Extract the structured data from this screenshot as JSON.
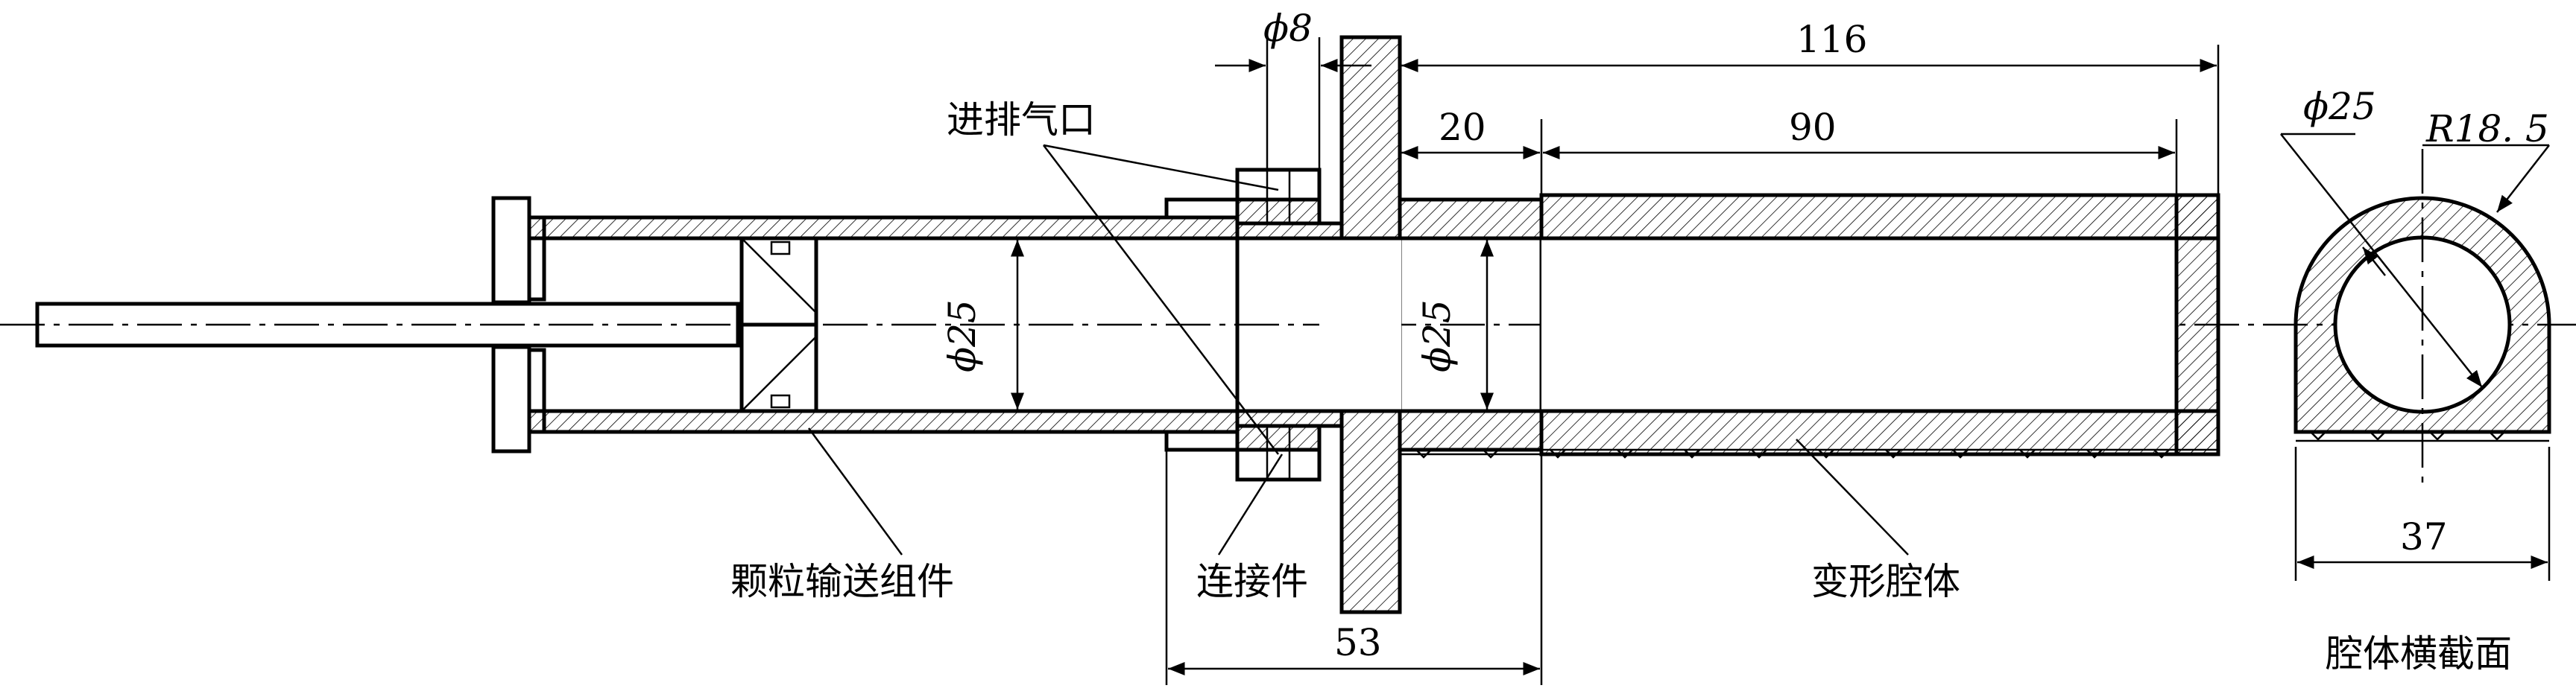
{
  "labels": {
    "vent_port": "进排气口",
    "particle_conveying": "颗粒输送组件",
    "connector": "连接件",
    "deform_cavity": "变形腔体",
    "cross_section": "腔体横截面"
  },
  "dimensions": {
    "phi8": "ϕ8",
    "len116": "116",
    "len20": "20",
    "len90": "90",
    "phi25_left": "ϕ25",
    "phi25_mid": "ϕ25",
    "phi25_section": "ϕ25",
    "r18_5": "R18. 5",
    "len53": "53",
    "len37": "37"
  }
}
